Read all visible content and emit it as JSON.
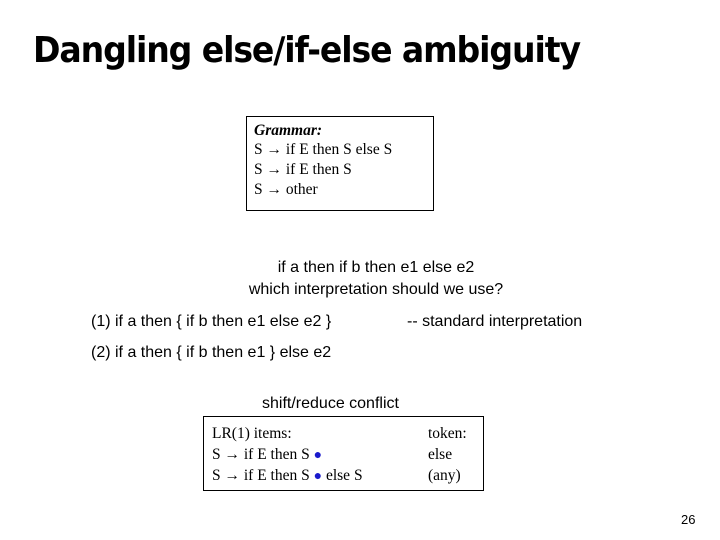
{
  "slide": {
    "title": "Dangling else/if-else ambiguity",
    "page_number": "26"
  },
  "grammar": {
    "header": "Grammar:",
    "rules": [
      "S → if E then S else S",
      "S → if E then S",
      "S → other"
    ]
  },
  "example": {
    "statement": "if a then if b then e1 else e2",
    "question": "which interpretation should we use?",
    "interpretations": [
      {
        "text": "(1) if a then { if b then e1 else e2 }",
        "note": "-- standard interpretation"
      },
      {
        "text": "(2) if a then { if b then e1 } else e2",
        "note": ""
      }
    ]
  },
  "conflict": {
    "label": "shift/reduce conflict",
    "header_items": "LR(1) items:",
    "header_token": "token:",
    "rows": [
      {
        "item_before_dot": "S → if E then S ",
        "dot": "●",
        "item_after_dot": "",
        "token": "else"
      },
      {
        "item_before_dot": "S → if E then S ",
        "dot": "●",
        "item_after_dot": " else S",
        "token": "(any)"
      }
    ],
    "dot_color": "#1a1acc"
  }
}
